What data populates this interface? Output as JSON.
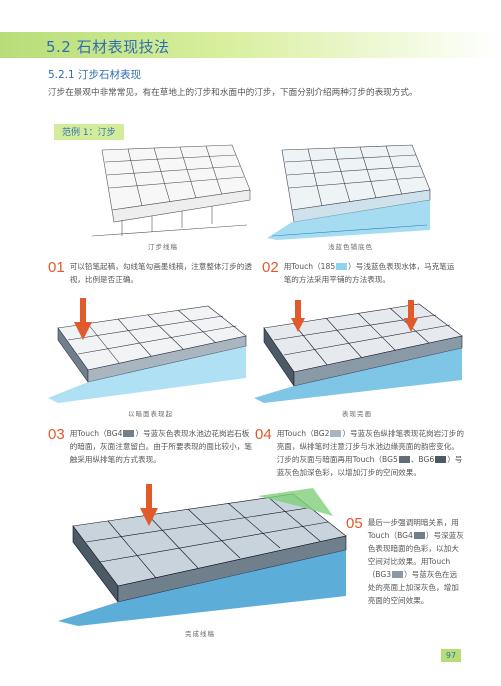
{
  "header": {
    "section_title": "5.2  石材表现技法",
    "sub_title": "5.2.1  汀步石材表现",
    "intro": "汀步在景观中非常常见，有在草地上的汀步和水面中的汀步，下面分别介绍两种汀步的表现方式。",
    "example_tag": "范例 1：汀步"
  },
  "captions": {
    "c1": "汀步线稿",
    "c2": "浅蓝色铺底色",
    "c3": "以暗面表现起",
    "c4": "表现完画",
    "c5": "完成线稿"
  },
  "steps": [
    {
      "num": "01",
      "text": "可以铅笔起稿，勾线笔勾画墨线稿，注意整体汀步的透视，比例是否正确。"
    },
    {
      "num": "02",
      "pre": "用Touch（185",
      "post": "）号浅蓝色表现水体，马克笔运笔的方法采用平铺的方法表现。"
    },
    {
      "num": "03",
      "pre": "用Touch（BG4",
      "post": "）号蓝灰色表现水池边花岗岩石板的暗面，灰面注意留白。由于所要表现的面比较小，笔触采用纵排笔的方式表现。"
    },
    {
      "num": "04",
      "pre": "用Touch（BG2",
      "mid": "）号蓝灰色纵排笔表现花岗岩汀步的亮面，纵排笔时注意汀步与水池边缘亮面的韵密变化。汀步的灰面与暗面再用Touch（BG5",
      "mid2": "、BG6",
      "post": "）号蓝灰色加深色彩，以增加汀步的空间效果。"
    },
    {
      "num": "05",
      "pre": "最后一步强调明暗关系，用Touch（BG4",
      "mid": "）号深蓝灰色表现暗面的色彩，以加大空间对比效果。用Touch（BG3",
      "post": "）号蓝灰色在远处的亮面上加深灰色，增加亮面的空间效果。"
    }
  ],
  "colors": {
    "accent_green": "#b7dd78",
    "title_blue": "#2f6fb0",
    "step_orange": "#e05a2b",
    "swatch_185": "#8fd3ee",
    "swatch_bg4": "#6f7f8c",
    "swatch_bg2": "#a9b6c0",
    "swatch_bg5": "#5d6d79",
    "swatch_bg6": "#4c5a66",
    "swatch_bg3": "#8a99a6"
  },
  "page_number": "97"
}
